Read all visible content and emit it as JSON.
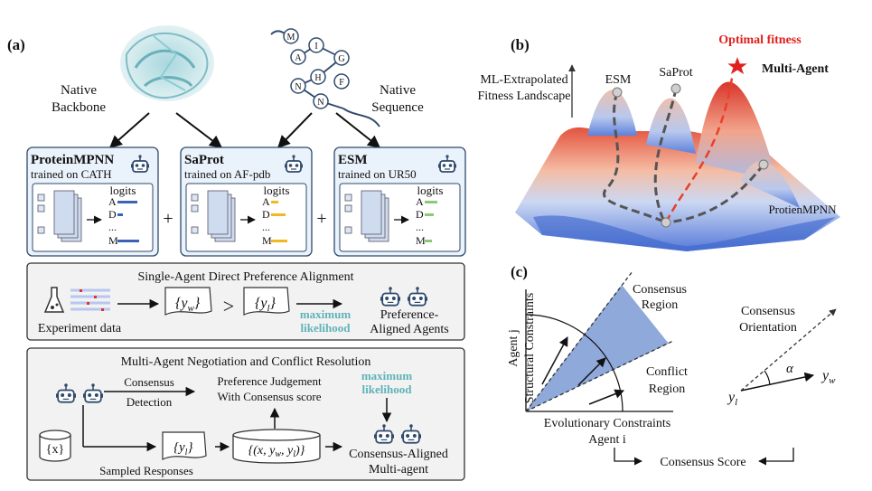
{
  "panels": {
    "a": "(a)",
    "b": "(b)",
    "c": "(c)"
  },
  "panel_a": {
    "native_backbone": [
      "Native",
      "Backbone"
    ],
    "native_sequence": [
      "Native",
      "Sequence"
    ],
    "sequence_residues": [
      "M",
      "I",
      "G",
      "A",
      "H",
      "F",
      "N",
      "N"
    ],
    "models": [
      {
        "name": "ProteinMPNN",
        "training": "trained on CATH",
        "logits_label": "logits",
        "rows": [
          "A",
          "D",
          "...",
          "M"
        ],
        "bar_color": "#3c64b4"
      },
      {
        "name": "SaProt",
        "training": "trained on AF-pdb",
        "logits_label": "logits",
        "rows": [
          "A",
          "D",
          "...",
          "M"
        ],
        "bar_color": "#f2b81e"
      },
      {
        "name": "ESM",
        "training": "trained on UR50",
        "logits_label": "logits",
        "rows": [
          "A",
          "D",
          "...",
          "M"
        ],
        "bar_color": "#8cc878"
      }
    ],
    "plus": "+",
    "single_agent": {
      "title": "Single-Agent Direct Preference Alignment",
      "experiment_label": "Experiment data",
      "yw": "{y",
      "yw_sub": "w",
      "yl": "{y",
      "yl_sub": "l",
      "close_brace": "}",
      "gt": ">",
      "max_likelihood": [
        "maximum",
        "likelihood"
      ],
      "aligned_label": [
        "Preference-",
        "Aligned Agents"
      ]
    },
    "multi_agent": {
      "title": "Multi-Agent Negotiation and Conflict Resolution",
      "consensus_detection": [
        "Consensus",
        "Detection"
      ],
      "preference_judgement": [
        "Preference Judgement",
        "With Consensus score"
      ],
      "max_likelihood": [
        "maximum",
        "likelihood"
      ],
      "x_label": "{x}",
      "yl_set": "{y",
      "yl_sub": "l",
      "close_brace": "}",
      "sampled": "Sampled Responses",
      "dataset": "{(x, y",
      "dataset_w": "w",
      "dataset_mid": ", y",
      "dataset_l": "l",
      "dataset_end": ")}",
      "aligned_label": [
        "Consensus-Aligned",
        "Multi-agent"
      ]
    }
  },
  "panel_b": {
    "axis_label": [
      "ML-Extrapolated",
      "Fitness Landscape"
    ],
    "optimal": "Optimal fitness",
    "peaks": [
      "ESM",
      "SaProt",
      "Multi-Agent",
      "ProtienMPNN"
    ]
  },
  "panel_c": {
    "ylabel": [
      "Agent j",
      "Structural Constraints"
    ],
    "xlabel": [
      "Evolutionary Constraints",
      "Agent i"
    ],
    "consensus_region": [
      "Consensus",
      "Region"
    ],
    "conflict_region": [
      "Conflict",
      "Region"
    ],
    "consensus_orientation": [
      "Consensus",
      "Orientation"
    ],
    "alpha": "α",
    "yw": "y",
    "yw_sub": "w",
    "yl": "y",
    "yl_sub": "l",
    "consensus_score": "Consensus Score"
  },
  "colors": {
    "box_fill": "#eaf2fb",
    "box_stroke": "#2f4a6b",
    "gray_fill": "#f2f2f2",
    "consensus_fill": "#8fa9da",
    "optimal": "#e0201c",
    "teal": "#5fb3b8"
  }
}
